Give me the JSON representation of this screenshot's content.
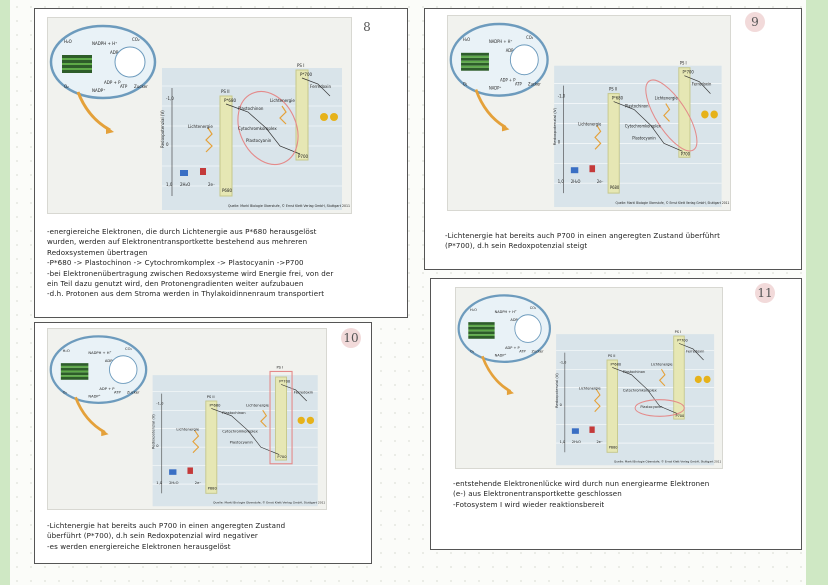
{
  "cards": [
    {
      "number": "8",
      "lines": [
        "-energiereiche Elektronen, die durch Lichtenergie aus P*680 herausgelöst",
        "wurden, werden auf Elektronentransportkette bestehend aus mehreren",
        "Redoxsystemen übertragen",
        "-P*680 -> Plastochinon -> Cytochromkomplex -> Plastocyanin ->P700",
        "-bei Elektronenübertragung zwischen Redoxsysteme wird Energie frei, von der",
        "ein Teil dazu genutzt wird, den Protonengradienten weiter aufzubauen",
        "-d.h. Protonen aus dem Stroma werden in Thylakoidinnenraum transportiert"
      ]
    },
    {
      "number": "9",
      "lines": [
        "-Lichtenergie hat bereits auch P700 in einen angeregten Zustand überführt",
        "(P*700), d.h sein Redoxpotenzial steigt"
      ]
    },
    {
      "number": "10",
      "lines": [
        "-Lichtenergie hat bereits auch P700 in einen angeregten Zustand",
        "überführt (P*700), d.h sein Redoxpotenzial wird negativer",
        "-es werden energiereiche Elektronen herausgelöst"
      ]
    },
    {
      "number": "11",
      "lines": [
        "-entstehende Elektronenlücke wird durch nun energiearme Elektronen",
        "(e-) aus Elektronentransportkette geschlossen",
        "-Fotosystem I wird wieder reaktionsbereit"
      ]
    }
  ],
  "diagram": {
    "ps2": "PS II",
    "ps1": "PS I",
    "plastochinon": "Plastochinon",
    "cyto": "Cytochromkomplex",
    "plastocyanin": "Plastocyanin",
    "ferredoxin": "Ferredoxin",
    "licht1": "Lichtenergie",
    "licht2": "Lichtenergie",
    "p680": "P680",
    "p700": "P700",
    "p680s": "P*680",
    "p700s": "P*700",
    "yaxis": "Redoxpotenzial (V)",
    "tick_m1": "-1,0",
    "tick_0": "0",
    "tick_p1": "1,0",
    "nadph": "NADPH + H⁺",
    "adp": "ADP",
    "co2": "CO₂",
    "h2o": "H₂O",
    "nadp": "NADP⁺",
    "zucker": "Zucker",
    "adpp": "ADP + P",
    "atp": "ATP",
    "o2": "O₂",
    "h2o2": "2H₂O",
    "e2": "2e⁻",
    "source": "Quelle: Markl Biologie Oberstufe, © Ernst Klett Verlag GmbH, Stuttgart 2011"
  }
}
